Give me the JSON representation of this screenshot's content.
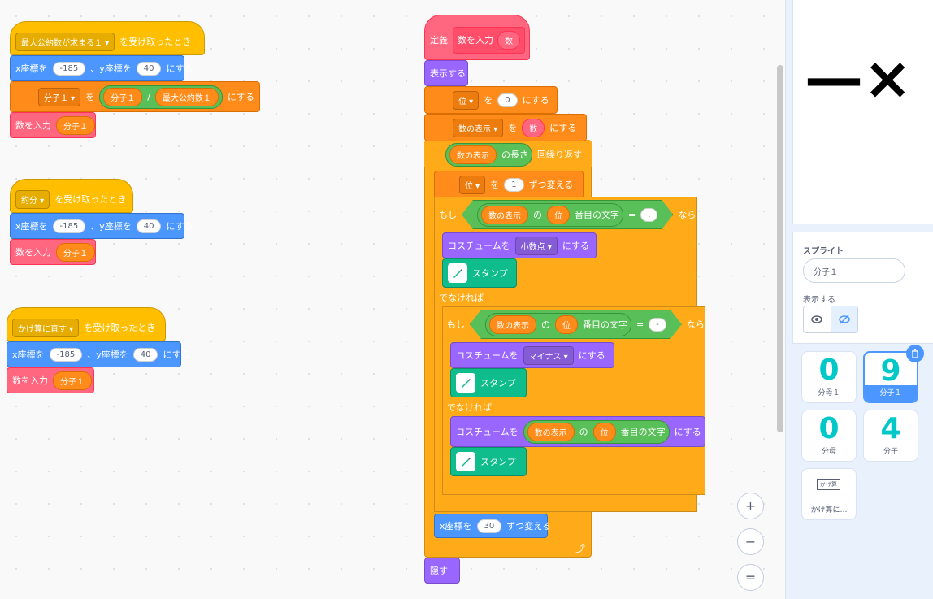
{
  "script1": {
    "hat_dropdown": "最大公約数が求まる１",
    "hat_text": "を受け取ったとき",
    "goto_x_label": "x座標を",
    "goto_x": "-185",
    "goto_y_label": "、y座標を",
    "goto_y": "40",
    "goto_end": "にする",
    "set_var": "分子１",
    "set_to": "を",
    "op_left": "分子１",
    "op_symbol": "/",
    "op_right": "最大公約数１",
    "set_end": "にする",
    "call_label": "数を入力",
    "call_arg": "分子１"
  },
  "script2": {
    "hat_dropdown": "約分",
    "hat_text": "を受け取ったとき",
    "goto_x_label": "x座標を",
    "goto_x": "-185",
    "goto_y_label": "、y座標を",
    "goto_y": "40",
    "goto_end": "にする",
    "call_label": "数を入力",
    "call_arg": "分子１"
  },
  "script3": {
    "hat_dropdown": "かけ算に直す",
    "hat_text": "を受け取ったとき",
    "goto_x_label": "x座標を",
    "goto_x": "-185",
    "goto_y_label": "、y座標を",
    "goto_y": "40",
    "goto_end": "にする",
    "call_label": "数を入力",
    "call_arg": "分子１"
  },
  "script4": {
    "define_label": "定義",
    "proto_name": "数を入力",
    "proto_arg": "数",
    "show": "表示する",
    "set1_var": "位",
    "set1_to": "を",
    "set1_val": "0",
    "set1_end": "にする",
    "set2_var": "数の表示",
    "set2_to": "を",
    "set2_val": "数",
    "set2_end": "にする",
    "repeat_var": "数の表示",
    "repeat_len": "の長さ",
    "repeat_end": "回繰り返す",
    "change_var": "位",
    "change_by": "を",
    "change_val": "1",
    "change_end": "ずつ変える",
    "if1_label": "もし",
    "if1_str": "数の表示",
    "if1_of": "の",
    "if1_idx": "位",
    "if1_letter": "番目の文字",
    "if1_eq": "=",
    "if1_val": ".",
    "if1_then": "なら",
    "costume1_label": "コスチュームを",
    "costume1_val": "小数点",
    "costume1_end": "にする",
    "stamp1": "スタンプ",
    "else1": "でなければ",
    "if2_label": "もし",
    "if2_str": "数の表示",
    "if2_of": "の",
    "if2_idx": "位",
    "if2_letter": "番目の文字",
    "if2_eq": "=",
    "if2_val": "-",
    "if2_then": "なら",
    "costume2_label": "コスチュームを",
    "costume2_val": "マイナス",
    "costume2_end": "にする",
    "stamp2": "スタンプ",
    "else2": "でなければ",
    "costume3_label": "コスチュームを",
    "costume3_str": "数の表示",
    "costume3_of": "の",
    "costume3_idx": "位",
    "costume3_letter": "番目の文字",
    "costume3_end": "にする",
    "stamp3": "スタンプ",
    "changex_label": "x座標を",
    "changex_val": "30",
    "changex_end": "ずつ変える",
    "hide": "隠す"
  },
  "zoom": {
    "in": "+",
    "out": "−",
    "reset": "="
  },
  "stage": {
    "display_text": "—×"
  },
  "sprite_panel": {
    "title": "スプライト",
    "name_value": "分子１",
    "show_label": "表示する"
  },
  "sprites": [
    {
      "glyph": "0",
      "name": "分母１",
      "selected": false
    },
    {
      "glyph": "9",
      "name": "分子１",
      "selected": true
    },
    {
      "glyph": "0",
      "name": "分母",
      "selected": false
    },
    {
      "glyph": "4",
      "name": "分子",
      "selected": false
    },
    {
      "glyph": "かけ算",
      "name": "かけ算に…",
      "selected": false
    }
  ],
  "colors": {
    "events": "#ffbf00",
    "motion": "#4c97ff",
    "variables": "#ff8c1a",
    "custom": "#ff6680",
    "looks": "#9966ff",
    "control": "#ffab19",
    "pen": "#0fbd8c",
    "operators": "#59c059",
    "selected_sprite": "#4c97ff"
  }
}
